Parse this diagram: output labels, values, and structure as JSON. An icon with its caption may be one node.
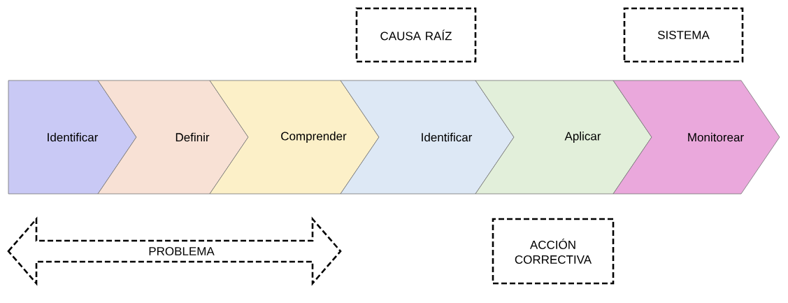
{
  "diagram": {
    "nodes": [
      {
        "text": [
          "CAUSA RAÍZ"
        ]
      },
      {
        "text": [
          "SISTEMA"
        ]
      },
      {
        "text": [
          "Identificar"
        ]
      },
      {
        "text": [
          "Definir"
        ]
      },
      {
        "text": [
          "Comprender"
        ]
      },
      {
        "text": [
          "Identificar"
        ]
      },
      {
        "text": [
          "Aplicar"
        ]
      },
      {
        "text": [
          "Monitorear"
        ]
      },
      {
        "text": [
          "PROBLEMA"
        ]
      },
      {
        "text": [
          "ACCIÓN CORRECTIVA"
        ]
      }
    ]
  }
}
